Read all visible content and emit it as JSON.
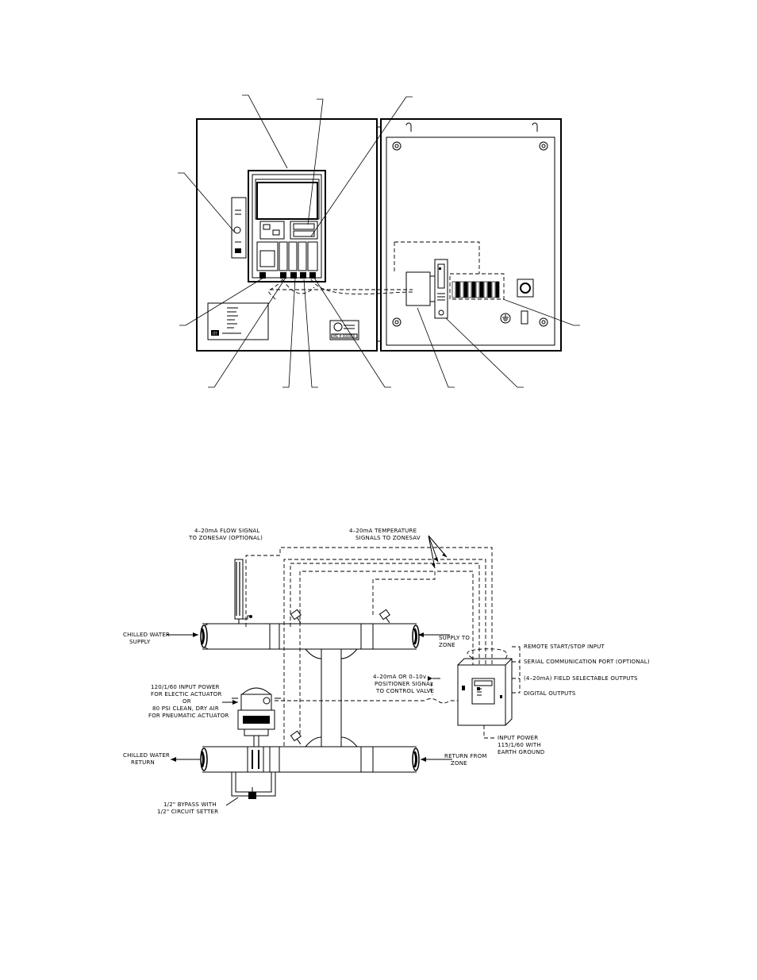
{
  "figure1": {
    "door_label": {
      "lines": [
        "",
        "",
        "",
        "",
        "",
        "",
        "",
        ""
      ],
      "brand": "ITT"
    },
    "ul_label": {
      "number": "ME # 000000"
    }
  },
  "figure2": {
    "callouts": {
      "flow_signal": [
        "4–20mA FLOW SIGNAL",
        "TO ZONESAV (OPTIONAL)"
      ],
      "temp_signals": [
        "4–20mA TEMPERATURE",
        "SIGNALS TO ZONESAV"
      ],
      "chilled_supply": [
        "CHILLED WATER",
        "SUPPLY"
      ],
      "supply_to_zone": [
        "SUPPLY TO",
        "ZONE"
      ],
      "input_power_actuator": [
        "120/1/60 INPUT POWER",
        "FOR ELECTIC ACTUATOR",
        "OR",
        "80 PSI CLEAN, DRY AIR",
        "FOR PNEUMATIC ACTUATOR"
      ],
      "positioner": [
        "4–20mA OR 0–10v",
        "POSITIONER SIGNAL",
        "TO CONTROL VALVE"
      ],
      "remote_start": "REMOTE START/STOP INPUT",
      "serial_port": "SERIAL COMMUNICATION PORT (OPTIONAL)",
      "field_outputs": "(4–20mA) FIELD SELECTABLE OUTPUTS",
      "digital_outputs": "DIGITAL OUTPUTS",
      "input_power": [
        "INPUT POWER",
        "115/1/60 WITH",
        "EARTH GROUND"
      ],
      "chilled_return": [
        "CHILLED WATER",
        "RETURN"
      ],
      "return_from_zone": [
        "RETURN FROM",
        "ZONE"
      ],
      "bypass": [
        "1/2\" BYPASS WITH",
        "1/2\" CIRCUIT SETTER"
      ]
    }
  }
}
